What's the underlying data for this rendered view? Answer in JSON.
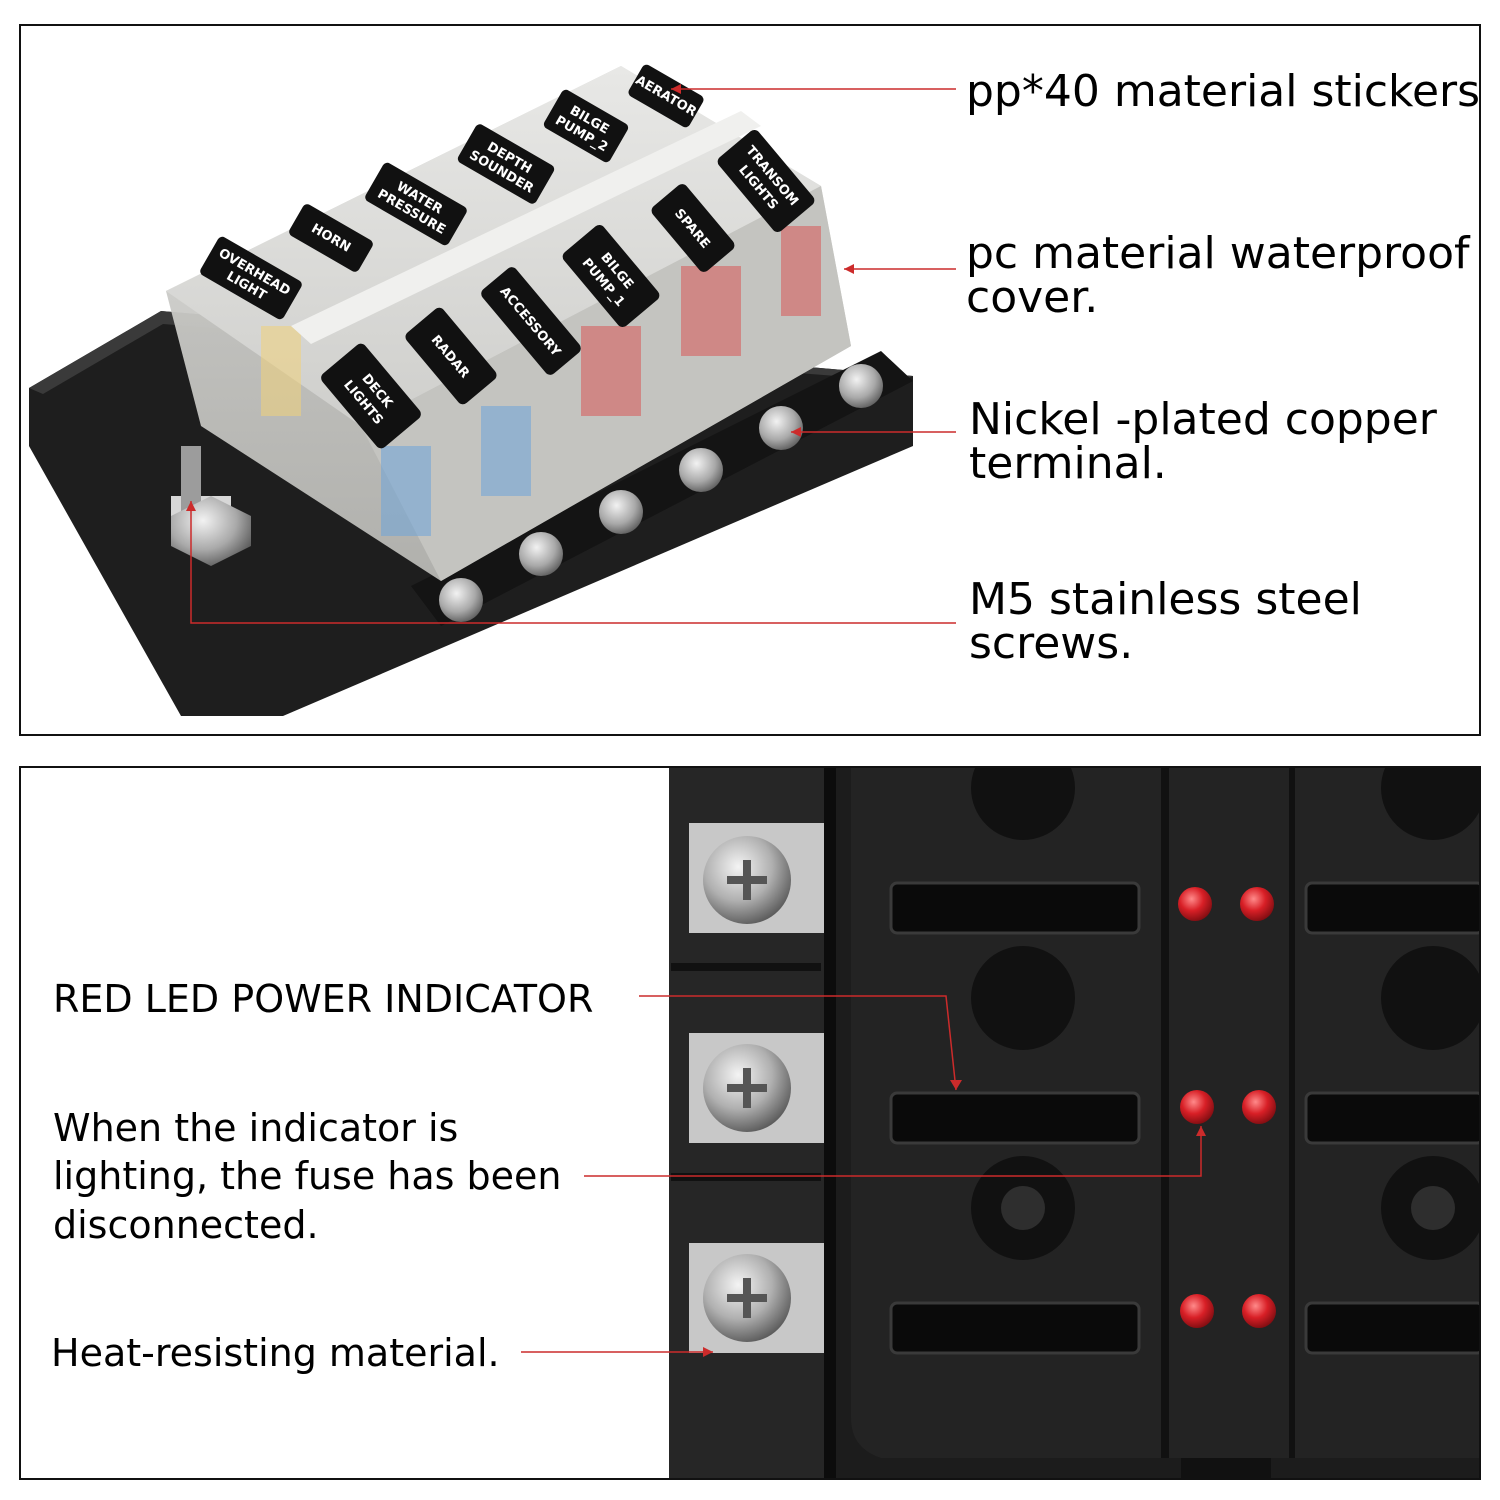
{
  "top_panel": {
    "callouts": [
      {
        "line1": "pp*40 material stickers",
        "line2": ""
      },
      {
        "line1": "pc material waterproof",
        "line2": "cover."
      },
      {
        "line1": "Nickel -plated copper",
        "line2": "terminal."
      },
      {
        "line1": "M5 stainless steel",
        "line2": "screws."
      }
    ],
    "stickers_back": [
      {
        "line1": "AERATOR",
        "line2": ""
      },
      {
        "line1": "BILGE",
        "line2": "PUMP_2"
      },
      {
        "line1": "DEPTH",
        "line2": "SOUNDER"
      },
      {
        "line1": "WATER",
        "line2": "PRESSURE"
      },
      {
        "line1": "HORN",
        "line2": ""
      },
      {
        "line1": "OVERHEAD",
        "line2": "LIGHT"
      }
    ],
    "stickers_front": [
      {
        "line1": "TRANSOM",
        "line2": "LIGHTS"
      },
      {
        "line1": "SPARE",
        "line2": ""
      },
      {
        "line1": "BILGE",
        "line2": "PUMP_1"
      },
      {
        "line1": "ACCESSORY",
        "line2": ""
      },
      {
        "line1": "RADAR",
        "line2": ""
      },
      {
        "line1": "DECK",
        "line2": "LIGHTS"
      }
    ]
  },
  "bottom_panel": {
    "callouts": [
      {
        "lines": [
          "RED LED POWER INDICATOR"
        ]
      },
      {
        "lines": [
          "When the indicator is",
          "lighting, the fuse has been",
          "disconnected."
        ]
      },
      {
        "lines": [
          "Heat-resisting material."
        ]
      }
    ]
  },
  "colors": {
    "leader_line": "#cc2b2b",
    "led_red": "#d81f26",
    "body_black": "#1c1c1c"
  }
}
